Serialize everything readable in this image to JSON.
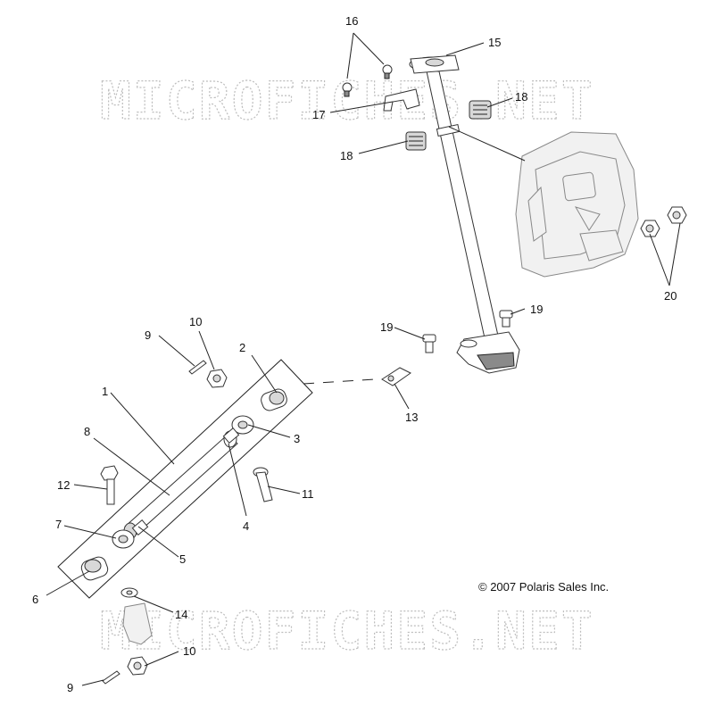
{
  "watermark": {
    "text": "MICROFICHES.NET"
  },
  "copyright": {
    "text": "© 2007 Polaris Sales Inc."
  },
  "callouts": {
    "c1": "1",
    "c2": "2",
    "c3": "3",
    "c4": "4",
    "c5": "5",
    "c6": "6",
    "c7": "7",
    "c8": "8",
    "c9a": "9",
    "c9b": "9",
    "c10a": "10",
    "c10b": "10",
    "c11": "11",
    "c12": "12",
    "c13": "13",
    "c14": "14",
    "c15": "15",
    "c16": "16",
    "c17": "17",
    "c18a": "18",
    "c18b": "18",
    "c19a": "19",
    "c19b": "19",
    "c20": "20"
  }
}
